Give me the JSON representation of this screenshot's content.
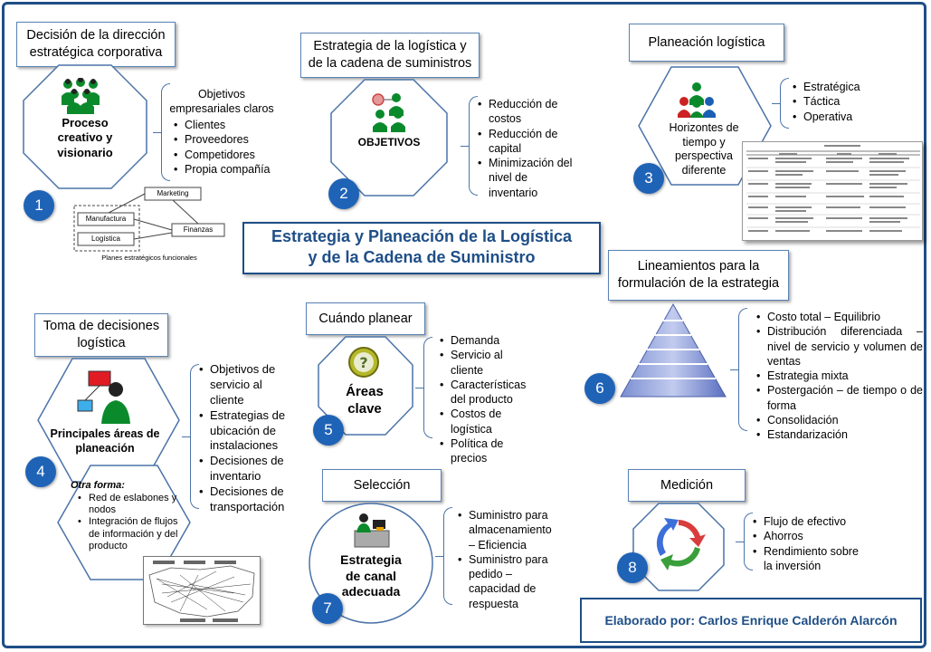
{
  "title_line1": "Estrategia y Planeación de la Logística",
  "title_line2": "y de la Cadena de Suministro",
  "credit": "Elaborado por: Carlos Enrique Calderón Alarcón",
  "colors": {
    "accent": "#1e4e87",
    "badge": "#1f63b7",
    "shape_fill": "#ffffff",
    "shape_border": "#4a73a8"
  },
  "sections": {
    "s1": {
      "number": "1",
      "header_l1": "Decisión de la dirección",
      "header_l2": "estratégica corporativa",
      "shape_label_l1": "Proceso",
      "shape_label_l2": "creativo y",
      "shape_label_l3": "visionario",
      "icon": "group-people-icon",
      "list_intro": "Objetivos empresariales claros",
      "items": [
        "Clientes",
        "Proveedores",
        "Competidores",
        "Propia compañía"
      ],
      "diagram": {
        "marketing": "Marketing",
        "manufactura": "Manufactura",
        "logistica": "Logística",
        "finanzas": "Finanzas",
        "caption": "Planes estratégicos funcionales"
      }
    },
    "s2": {
      "number": "2",
      "header_l1": "Estrategia de la logística y",
      "header_l2": "de la cadena de suministros",
      "shape_label": "OBJETIVOS",
      "icon": "team-target-icon",
      "items": [
        "Reducción de costos",
        "Reducción de capital",
        "Minimización del nivel de inventario"
      ]
    },
    "s3": {
      "number": "3",
      "header": "Planeación logística",
      "shape_label_l1": "Horizontes de",
      "shape_label_l2": "tiempo y",
      "shape_label_l3": "perspectiva",
      "shape_label_l4": "diferente",
      "icon": "group-people-icon",
      "items": [
        "Estratégica",
        "Táctica",
        "Operativa"
      ]
    },
    "s4": {
      "number": "4",
      "header_l1": "Toma de decisiones",
      "header_l2": "logística",
      "shape_label_l1": "Principales áreas de",
      "shape_label_l2": "planeación",
      "icon": "person-computer-icon",
      "items": [
        "Objetivos de servicio al cliente",
        "Estrategias de ubicación de instalaciones",
        "Decisiones de inventario",
        "Decisiones de transportación"
      ],
      "alt_title": "Otra forma:",
      "alt_items": [
        "Red de eslabones y nodos",
        "Integración de flujos de información y del producto"
      ]
    },
    "s5": {
      "number": "5",
      "header": "Cuándo planear",
      "shape_label_l1": "Áreas",
      "shape_label_l2": "clave",
      "icon": "question-icon",
      "items": [
        "Demanda",
        "Servicio al cliente",
        "Características del producto",
        "Costos de logística",
        "Política de precios"
      ]
    },
    "s6": {
      "number": "6",
      "header_l1": "Lineamientos para la",
      "header_l2": "formulación de la estrategia",
      "icon": "pyramid-icon",
      "items": [
        "Costo total – Equilibrio",
        "Distribución diferenciada – nivel de servicio y volumen de ventas",
        "Estrategia mixta",
        "Postergación – de tiempo o de forma",
        "Consolidación",
        "Estandarización"
      ]
    },
    "s7": {
      "number": "7",
      "header": "Selección",
      "shape_label_l1": "Estrategia",
      "shape_label_l2": "de canal",
      "shape_label_l3": "adecuada",
      "icon": "desk-worker-icon",
      "items": [
        "Suministro para almacenamiento – Eficiencia",
        "Suministro para pedido – capacidad de respuesta"
      ]
    },
    "s8": {
      "number": "8",
      "header": "Medición",
      "icon": "cycle-arrows-icon",
      "items": [
        "Flujo de efectivo",
        "Ahorros",
        "Rendimiento sobre la inversión"
      ]
    }
  }
}
